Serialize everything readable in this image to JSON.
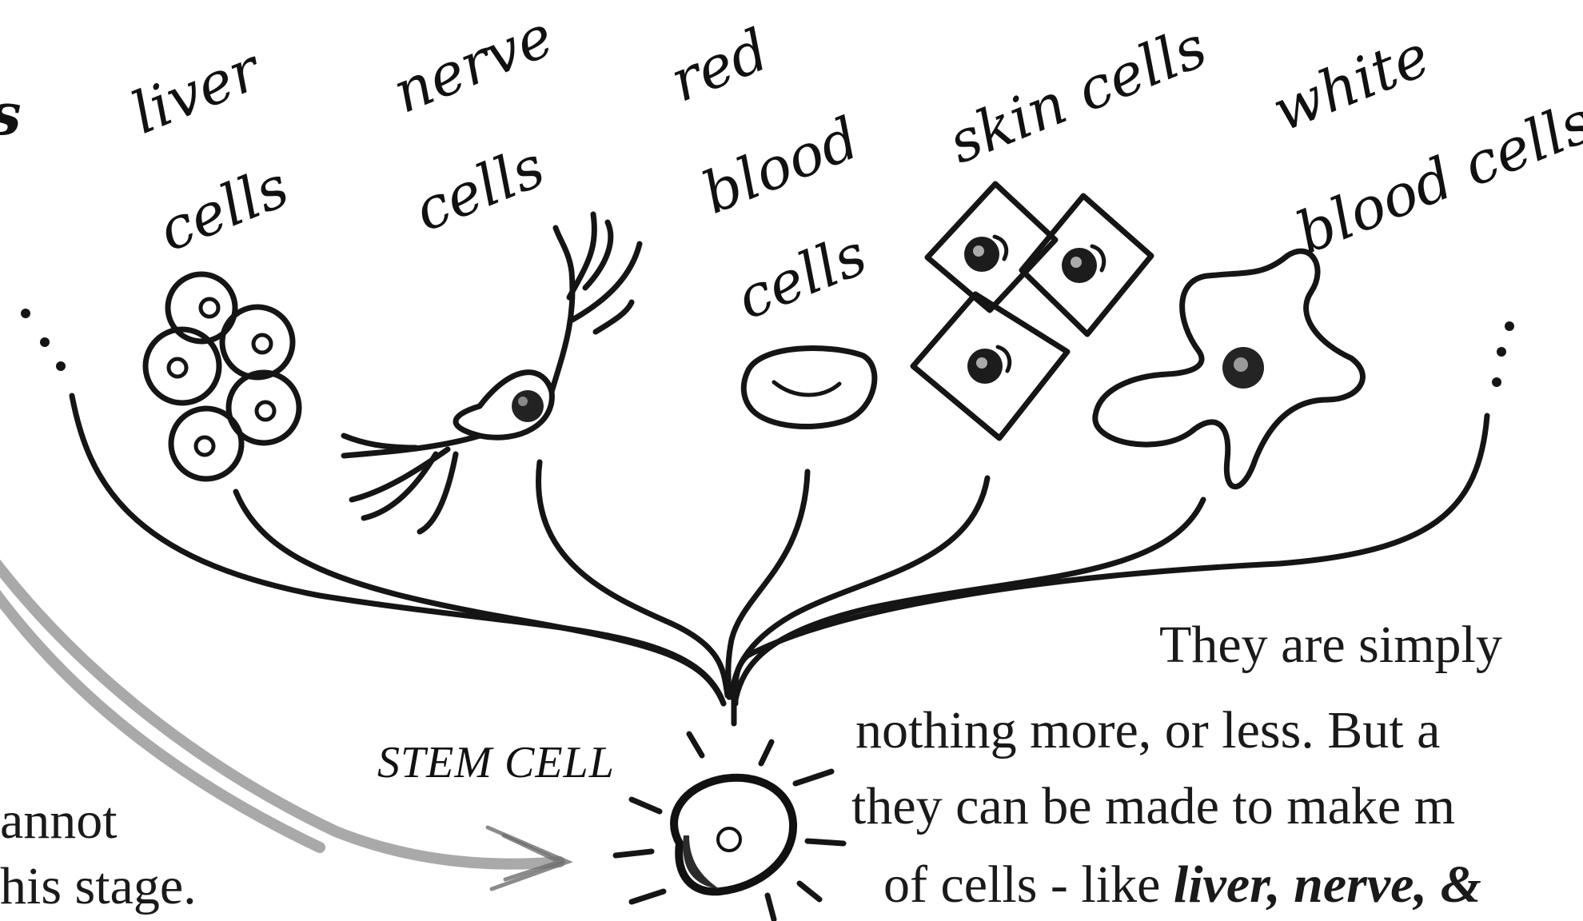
{
  "labels": {
    "fragment_s": "s",
    "liver_line1": "liver",
    "liver_line2": "cells",
    "nerve_line1": "nerve",
    "nerve_line2": "cells",
    "red_line1": "red",
    "red_line2": "blood",
    "red_line3": "cells",
    "skin": "skin cells",
    "white_line1": "white",
    "white_line2": "blood cells",
    "stem_cell": "STEM CELL"
  },
  "text_right": {
    "line1": "They are simply",
    "line2": "nothing more, or less. But a",
    "line3": "they can be made to make m",
    "line4_plain": "of cells - like ",
    "line4_emph": "liver, nerve, &"
  },
  "text_left": {
    "line1": "annot",
    "line2": "his stage."
  }
}
